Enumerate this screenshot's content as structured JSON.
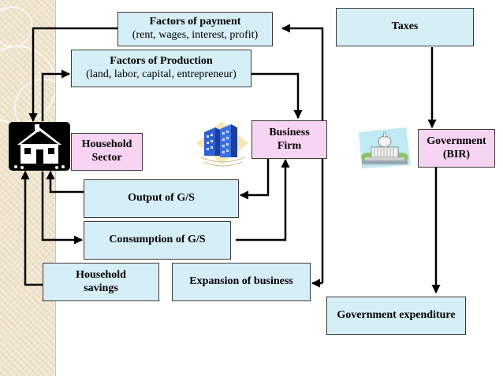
{
  "boxes": {
    "factors_of_payment": {
      "title": "Factors of payment",
      "subtitle": "(rent, wages, interest, profit)"
    },
    "factors_of_production": {
      "title": "Factors of Production",
      "subtitle": "(land, labor, capital, entrepreneur)"
    },
    "taxes": "Taxes",
    "household_sector": {
      "line1": "Household",
      "line2": "Sector"
    },
    "business_firm": {
      "line1": "Business",
      "line2": "Firm"
    },
    "government": {
      "line1": "Government",
      "line2": "(BIR)"
    },
    "output": "Output of G/S",
    "consumption": "Consumption of G/S",
    "household_savings": {
      "line1": "Household",
      "line2": "savings"
    },
    "expansion": "Expansion of business",
    "gov_expenditure": "Government expenditure"
  },
  "colors": {
    "blue_box": "#d6eef6",
    "pink_box": "#f7d4f2",
    "arrow": "#000000",
    "side_strip": "#efe3cb"
  },
  "icons": [
    "house-icon",
    "office-buildings-icon",
    "capitol-building-icon"
  ]
}
